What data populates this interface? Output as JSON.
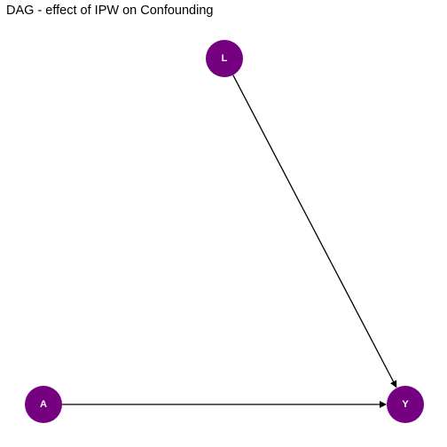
{
  "title": "DAG - effect of IPW on Confounding",
  "node_color": "#750080",
  "edge_color": "#000000",
  "nodes": [
    {
      "id": "L",
      "label": "L"
    },
    {
      "id": "A",
      "label": "A"
    },
    {
      "id": "Y",
      "label": "Y"
    }
  ],
  "edges": [
    {
      "from": "L",
      "to": "Y"
    },
    {
      "from": "A",
      "to": "Y"
    }
  ]
}
